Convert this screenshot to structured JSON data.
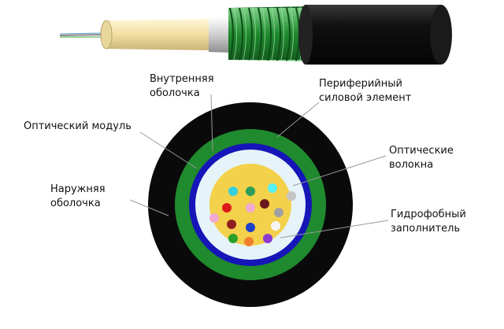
{
  "labels": {
    "inner_sheath": [
      "Внутренняя",
      "оболочка"
    ],
    "peripheral_strength": [
      "Периферийный",
      "силовой элемент"
    ],
    "optical_module": [
      "Оптический модуль"
    ],
    "optical_fibers": [
      "Оптические",
      "волокна"
    ],
    "outer_sheath": [
      "Наружняя",
      "оболочка"
    ],
    "hydrophobic_filler": [
      "Гидрофобный",
      "заполнитель"
    ]
  },
  "colors": {
    "outer_sheath": "#0a0a0a",
    "strength_member": "#1f8a2e",
    "inner_sheath": "#1515b8",
    "optical_module": "#e6f3f9",
    "filler": "#f4d14a",
    "cable_armor": "#2a8f3a",
    "cable_jacket": "#111111"
  },
  "fiber_colors": [
    "#35d0df",
    "#2a9e5a",
    "#55f0f2",
    "#c5c5c5",
    "#dd1a1a",
    "#f2a9d2",
    "#a0a0a0",
    "#8f1f20",
    "#1f40c8",
    "#f5f5f5",
    "#2aa02a",
    "#f07f2a",
    "#8a3ad0",
    "#f0a9d0",
    "#6a1a1a"
  ]
}
